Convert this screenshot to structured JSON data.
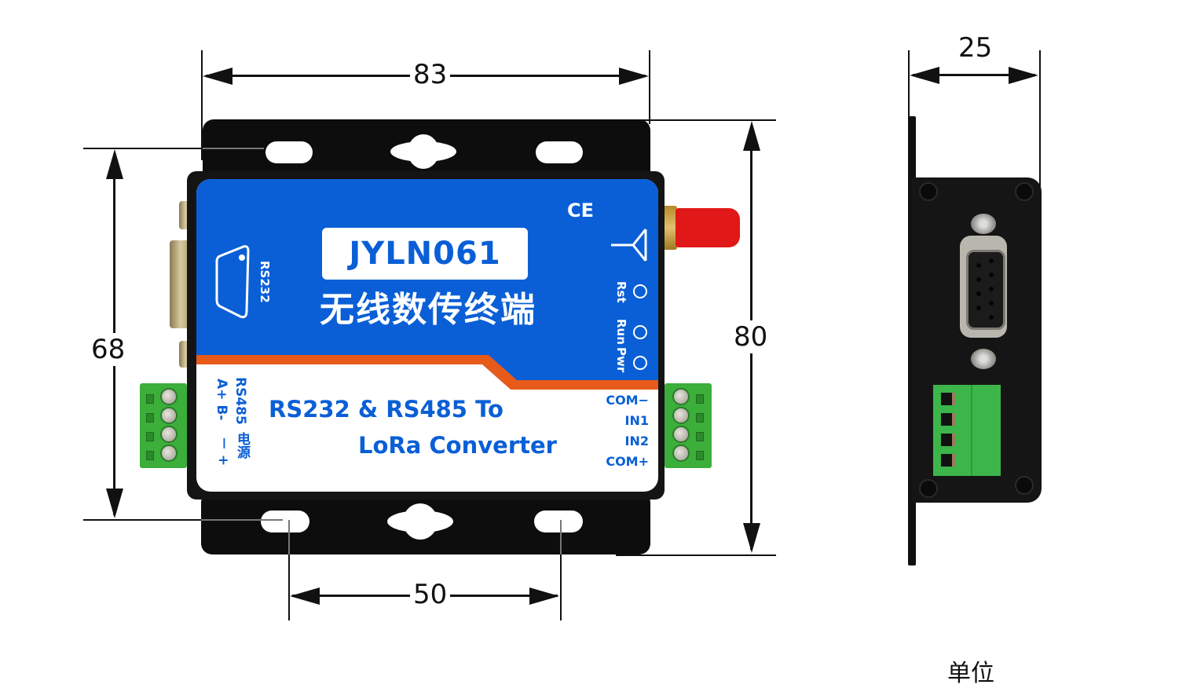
{
  "dimensions": {
    "width_front": "83",
    "height_body": "68",
    "height_total": "80",
    "hole_spacing": "50",
    "depth_side": "25",
    "unit_label_partial": "单位"
  },
  "device": {
    "model": "JYLN061",
    "cn_title": "无线数传终端",
    "ce_mark": "CE",
    "rs232_label": "RS232",
    "led_labels": [
      "Rst",
      "Run",
      "Pwr"
    ],
    "en_title_line1": "RS232 & RS485 To",
    "en_title_line2": "LoRa Converter",
    "left_terminal_labels": {
      "rs485": "RS485",
      "ab": "A+ B-",
      "power": "电源",
      "polarity": "－ +"
    },
    "right_terminal_labels": [
      "COM−",
      "IN1",
      "IN2",
      "COM+"
    ]
  },
  "colors": {
    "panel_blue": "#0a5fd6",
    "stripe_orange": "#e85a1a",
    "terminal_green": "#3cae3a",
    "antenna_red": "#e01818",
    "case_black": "#141414"
  },
  "icons": {
    "antenna": "antenna-icon",
    "db9": "db9-port-icon",
    "ce": "ce-mark-icon"
  }
}
